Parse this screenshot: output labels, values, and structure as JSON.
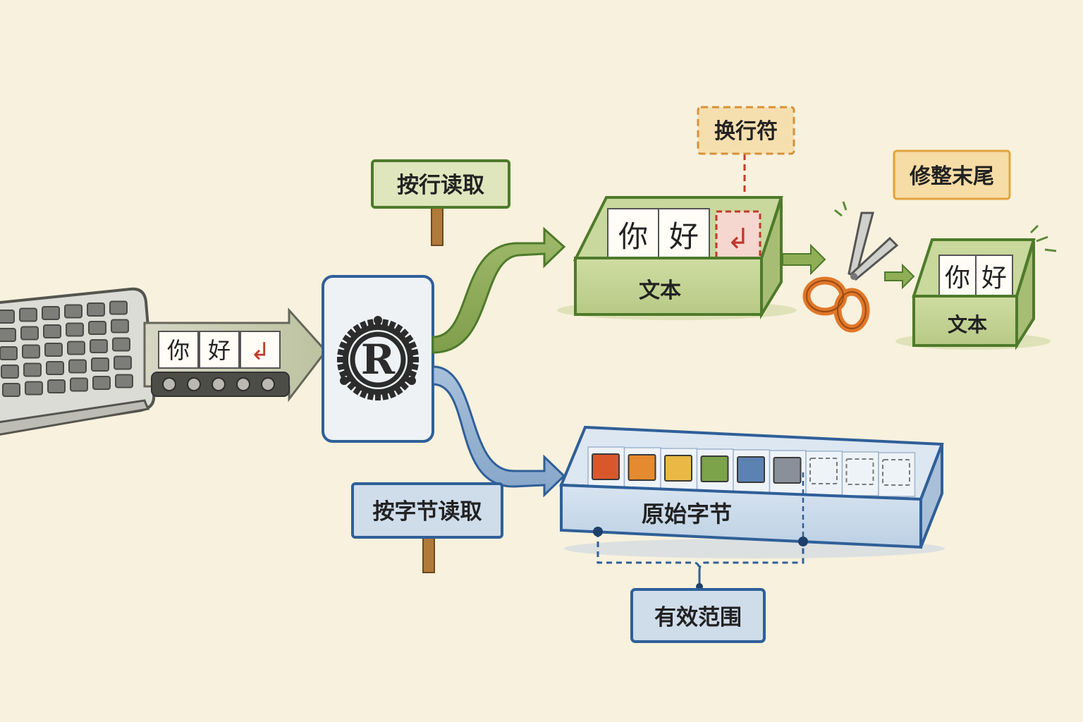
{
  "input_text": {
    "char1": "你",
    "char2": "好",
    "newline_symbol": "↲"
  },
  "signs": {
    "read_lines": "按行读取",
    "read_bytes": "按字节读取"
  },
  "callouts": {
    "newline": "换行符",
    "trim_end": "修整末尾",
    "valid_range": "有效范围"
  },
  "text_box": {
    "char1": "你",
    "char2": "好",
    "newline_symbol": "↲",
    "label": "文本"
  },
  "trimmed_box": {
    "char1": "你",
    "char2": "好",
    "label": "文本"
  },
  "byte_box": {
    "label": "原始字节",
    "filled_colors": [
      "#d9582b",
      "#e58a2e",
      "#e9b845",
      "#7ca24a",
      "#5b82b3",
      "#8a9099"
    ],
    "empty_slots": 3
  },
  "colors": {
    "text_green": "#5e8a3a",
    "byte_blue": "#2f5f98",
    "newline_red": "#c0392b",
    "callout_orange": "#e3a23e",
    "sign_green_fill": "#dfe6bd",
    "sign_blue_fill": "#cfdcea"
  },
  "icons": {
    "keyboard": "keyboard-icon",
    "rust": "rust-logo-icon",
    "scissors": "scissors-icon"
  }
}
